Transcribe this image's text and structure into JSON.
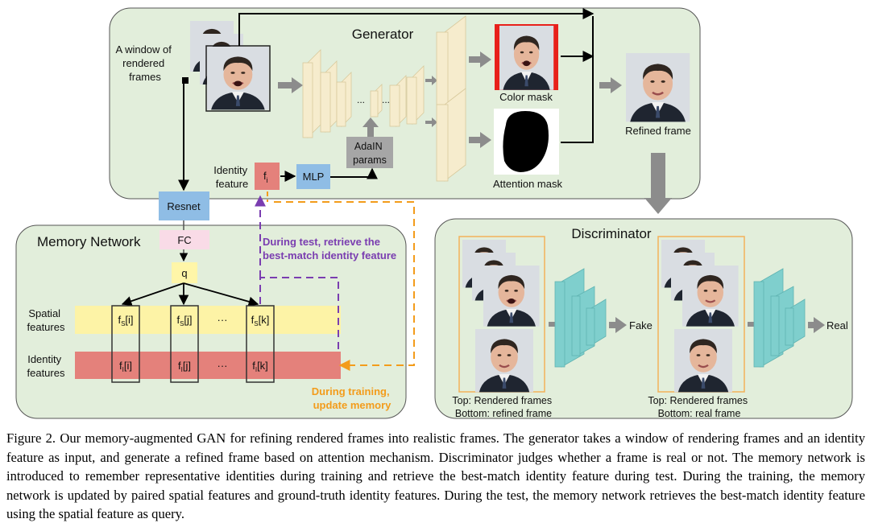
{
  "generator": {
    "title": "Generator",
    "input_label": [
      "A window of",
      "rendered",
      "frames"
    ],
    "adain_label": [
      "AdaIN",
      "params"
    ],
    "color_mask_label": "Color mask",
    "attention_mask_label": "Attention mask",
    "refined_label": "Refined frame",
    "identity_label": [
      "Identity",
      "feature"
    ],
    "fi_label": "f",
    "fi_sub": "i",
    "mlp_label": "MLP",
    "ellipsis": "..."
  },
  "resnet_label": "Resnet",
  "memory": {
    "title": "Memory Network",
    "fc_label": "FC",
    "q_label": "q",
    "spatial_label": [
      "Spatial",
      "features"
    ],
    "identity_label": [
      "Identity",
      "features"
    ],
    "fs": [
      {
        "base": "f",
        "sub": "S",
        "idx": "[i]"
      },
      {
        "base": "f",
        "sub": "S",
        "idx": "[j]"
      },
      {
        "base": "f",
        "sub": "S",
        "idx": "[k]"
      }
    ],
    "fi": [
      {
        "base": "f",
        "sub": "I",
        "idx": "[i]"
      },
      {
        "base": "f",
        "sub": "I",
        "idx": "[j]"
      },
      {
        "base": "f",
        "sub": "I",
        "idx": "[k]"
      }
    ],
    "ellipsis": "···"
  },
  "test_note": [
    "During test, retrieve the",
    "best-match identity feature"
  ],
  "train_note": [
    "During training,",
    "update memory"
  ],
  "discriminator": {
    "title": "Discriminator",
    "fake_label": "Fake",
    "real_label": "Real",
    "fake_caption": [
      "Top: Rendered frames",
      "Bottom: refined frame"
    ],
    "real_caption": [
      "Top: Rendered frames",
      "Bottom: real frame"
    ]
  },
  "caption": "Figure 2. Our memory-augmented GAN for refining rendered frames into realistic frames. The generator takes a window of rendering frames and an identity feature as input, and generate a refined frame based on attention mechanism. Discriminator judges whether a frame is real or not. The memory network is introduced to remember representative identities during training and retrieve the best-match identity feature during test. During the training, the memory network is updated by paired spatial features and ground-truth identity features. During the test, the memory network retrieves the best-match identity feature using the spatial feature as query.",
  "colors": {
    "panel": "#e2eedb",
    "block": "#f6eccd",
    "disc_block": "#7fcfcd",
    "resnet": "#8fbde5",
    "fc": "#f9dbe7",
    "q": "#fff6a8",
    "spatial_band": "#fdf3a6",
    "identity_band": "#e4817b",
    "fi_box": "#e4817b",
    "purple": "#7a3db0",
    "orange": "#f39c1b",
    "gray_arrow": "#8c8c8c",
    "color_mask_bg": "#e8201a"
  }
}
